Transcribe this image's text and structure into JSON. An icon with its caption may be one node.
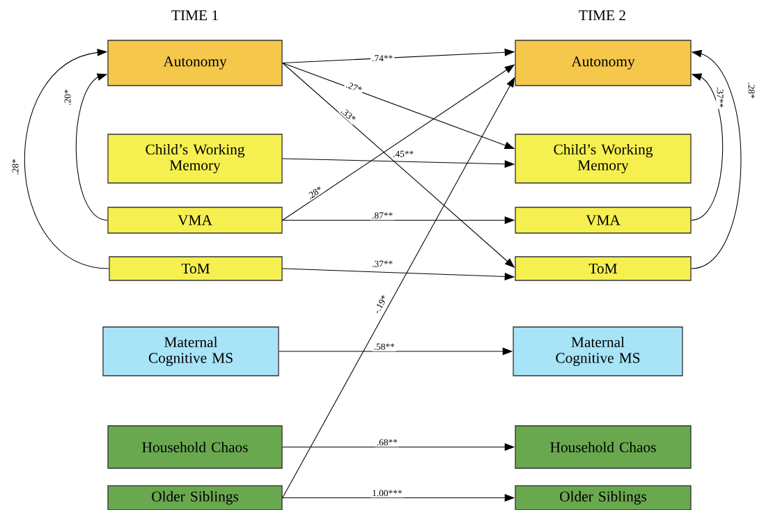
{
  "diagram": {
    "nodes": [
      {
        "text": [
          "Autonomy"
        ]
      },
      {
        "text": [
          "Autonomy"
        ]
      },
      {
        "text": [
          "Child’s Working Memory"
        ]
      },
      {
        "text": [
          "Child’s Working Memory"
        ]
      },
      {
        "text": [
          "VMA"
        ]
      },
      {
        "text": [
          "VMA"
        ]
      },
      {
        "text": [
          "ToM"
        ]
      },
      {
        "text": [
          "ToM"
        ]
      },
      {
        "text": [
          "Maternal Cognitive MS"
        ]
      },
      {
        "text": [
          "Maternal Cognitive MS"
        ]
      },
      {
        "text": [
          "Household Chaos"
        ]
      },
      {
        "text": [
          "Household Chaos"
        ]
      },
      {
        "text": [
          "Older Siblings"
        ]
      },
      {
        "text": [
          "Older Siblings"
        ]
      }
    ],
    "edges": [
      {
        "from": 0,
        "to": 1,
        "arrow": "to",
        "label": ".74**"
      },
      {
        "from": 0,
        "to": 3,
        "arrow": "to",
        "label": ".27*"
      },
      {
        "from": 0,
        "to": 7,
        "arrow": "to",
        "label": ".33*"
      },
      {
        "from": 2,
        "to": 3,
        "arrow": "to",
        "label": ".45**"
      },
      {
        "from": 4,
        "to": 1,
        "arrow": "to",
        "label": ".28*"
      },
      {
        "from": 4,
        "to": 5,
        "arrow": "to",
        "label": ".87**"
      },
      {
        "from": 6,
        "to": 7,
        "arrow": "to",
        "label": ".37**"
      },
      {
        "from": 12,
        "to": 1,
        "arrow": "to",
        "label": "-.19*"
      },
      {
        "from": 8,
        "to": 9,
        "arrow": "to",
        "label": ".58**"
      },
      {
        "from": 10,
        "to": 11,
        "arrow": "to",
        "label": ".68**"
      },
      {
        "from": 12,
        "to": 13,
        "arrow": "to",
        "label": "1.00***"
      },
      {
        "from": 4,
        "to": 0,
        "arrow": "to",
        "label": ".20*"
      },
      {
        "from": 6,
        "to": 0,
        "arrow": "to",
        "label": ".28*"
      },
      {
        "from": 5,
        "to": 1,
        "arrow": "to",
        "label": ".37**"
      },
      {
        "from": 7,
        "to": 1,
        "arrow": "to",
        "label": ".28*"
      }
    ],
    "labels": [
      "TIME 1",
      "TIME 2"
    ]
  }
}
